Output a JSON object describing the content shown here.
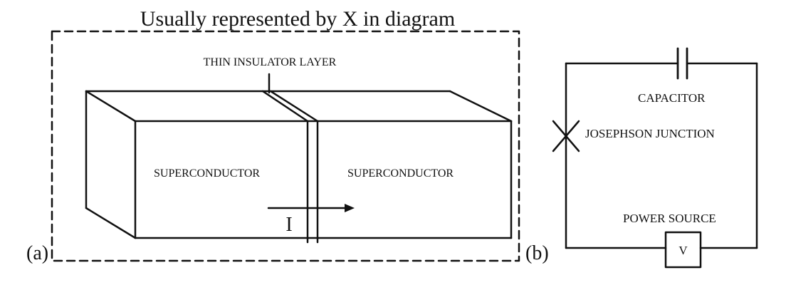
{
  "panel_a": {
    "title": "Usually represented by X in diagram",
    "label": "(a)",
    "insulator_label": "THIN INSULATOR LAYER",
    "left_block_label": "SUPERCONDUCTOR",
    "right_block_label": "SUPERCONDUCTOR",
    "current_label": "I"
  },
  "panel_b": {
    "label": "(b)",
    "capacitor_label": "CAPACITOR",
    "junction_label": "JOSEPHSON JUNCTION",
    "source_label": "POWER SOURCE",
    "source_symbol": "V"
  }
}
